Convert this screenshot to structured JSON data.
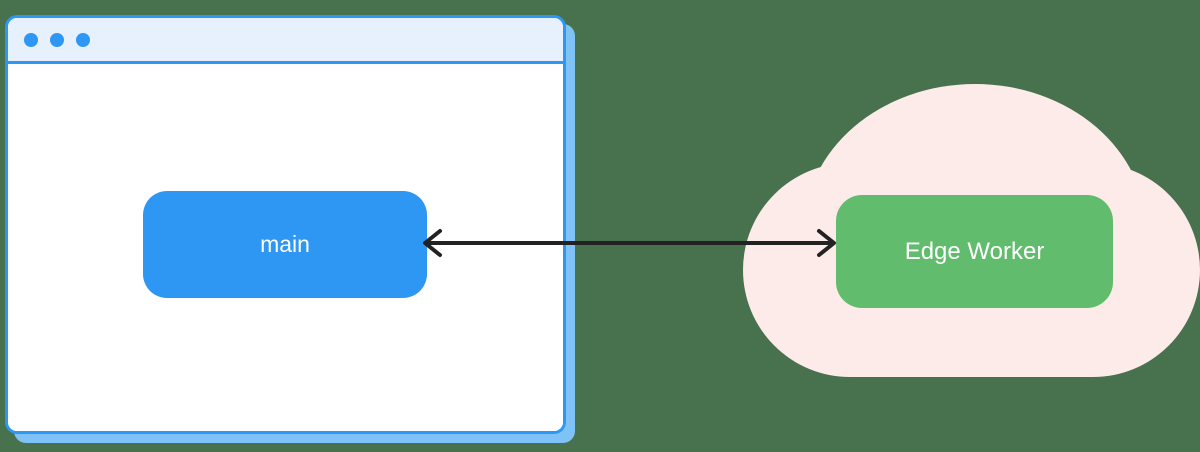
{
  "diagram": {
    "browser_window": {
      "window_controls": {
        "dot_count": 3
      },
      "node": {
        "label": "main"
      }
    },
    "cloud": {
      "node": {
        "label": "Edge Worker"
      }
    },
    "connection": {
      "type": "bidirectional-arrow",
      "from": "main",
      "to": "Edge Worker"
    },
    "colors": {
      "background": "#48714e",
      "window_bg": "#ffffff",
      "window_border": "#2e96f3",
      "window_shadow": "#7ec2f8",
      "titlebar_bg": "#e7f1fd",
      "node_main_bg": "#2e96f3",
      "node_edge_bg": "#61bc6e",
      "node_text": "#ffffff",
      "cloud_bg": "#fcebe9",
      "arrow": "#222222"
    }
  }
}
